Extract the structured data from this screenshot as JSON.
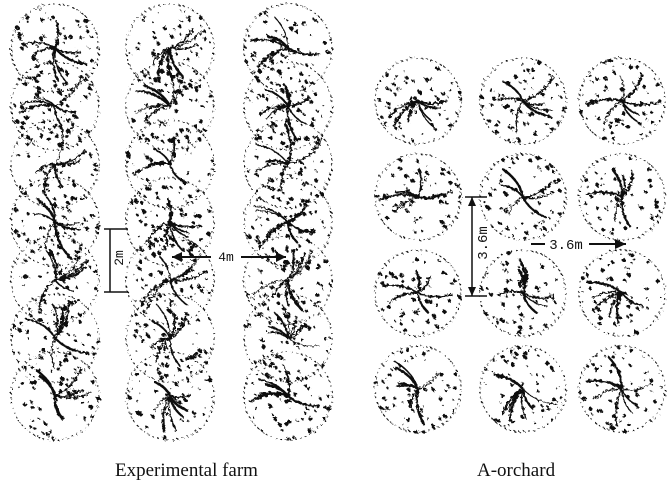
{
  "panels": [
    {
      "caption": "Experimental farm",
      "row_spacing_label": "2m",
      "column_spacing_label": "4m",
      "grid": {
        "columns": 3,
        "rows": 7
      }
    },
    {
      "caption": "A-orchard",
      "row_spacing_label": "3.6m",
      "column_spacing_label": "3.6m",
      "grid": {
        "columns": 3,
        "rows": 4
      }
    }
  ],
  "colors": {
    "ink": "#111111",
    "background": "#ffffff"
  }
}
